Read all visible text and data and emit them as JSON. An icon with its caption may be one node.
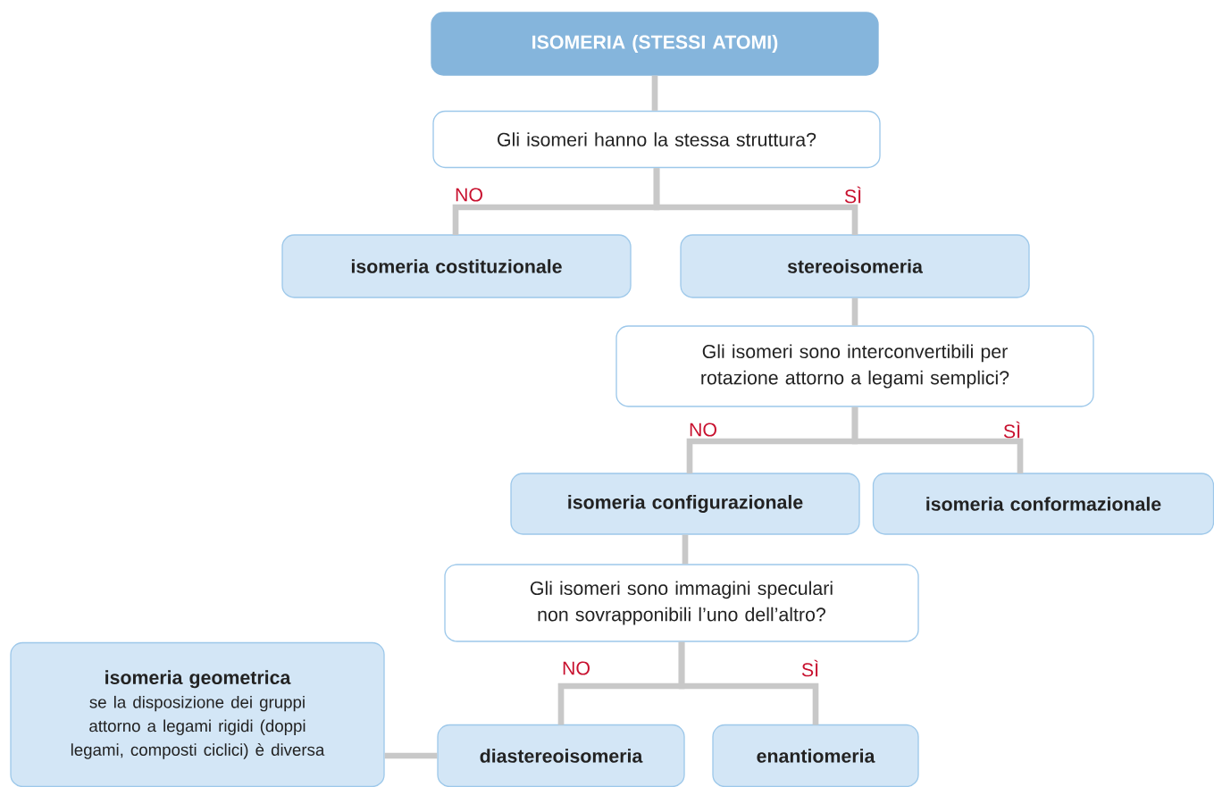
{
  "diagram": {
    "nodes": [
      {
        "text": [
          "ISOMERIA (STESSI ATOMI)"
        ]
      },
      {
        "text": [
          "Gli isomeri hanno la stessa struttura?"
        ]
      },
      {
        "text": [
          "isomeria costituzionale"
        ]
      },
      {
        "text": [
          "stereoisomeria"
        ]
      },
      {
        "text": [
          "Gli isomeri sono interconvertibili per rotazione attorno a legami semplici?"
        ]
      },
      {
        "text": [
          "isomeria configurazionale"
        ]
      },
      {
        "text": [
          "isomeria conformazionale"
        ]
      },
      {
        "text": [
          "Gli isomeri sono immagini speculari non sovrapponibili l’uno dell’altro?"
        ]
      },
      {
        "text": [
          "isomeria geometrica",
          "se la disposizione dei gruppi attorno a legami rigidi (doppi legami, composti ciclici) è diversa"
        ]
      },
      {
        "text": [
          "diastereoisomeria"
        ]
      },
      {
        "text": [
          "enantiomeria"
        ]
      }
    ],
    "edges": [
      {
        "from": 0,
        "to": 1,
        "arrow": "none"
      },
      {
        "from": 1,
        "to": 2,
        "arrow": "none",
        "label": "NO"
      },
      {
        "from": 1,
        "to": 3,
        "arrow": "none",
        "label": "SÌ"
      },
      {
        "from": 3,
        "to": 4,
        "arrow": "none"
      },
      {
        "from": 4,
        "to": 5,
        "arrow": "none",
        "label": "NO"
      },
      {
        "from": 4,
        "to": 6,
        "arrow": "none",
        "label": "SÌ"
      },
      {
        "from": 5,
        "to": 7,
        "arrow": "none"
      },
      {
        "from": 7,
        "to": 9,
        "arrow": "none",
        "label": "NO"
      },
      {
        "from": 7,
        "to": 10,
        "arrow": "none",
        "label": "SÌ"
      },
      {
        "from": 8,
        "to": 9,
        "arrow": "none"
      }
    ]
  }
}
